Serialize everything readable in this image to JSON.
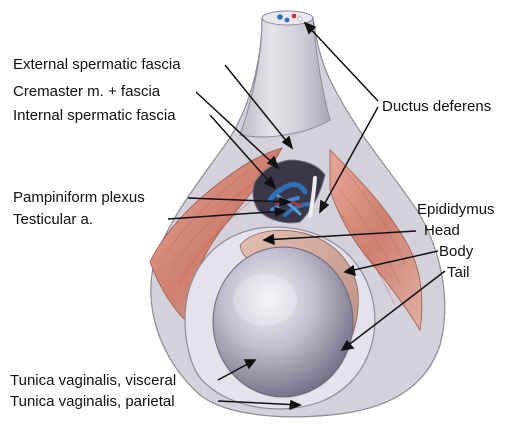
{
  "labels": {
    "external_spermatic_fascia": "External spermatic fascia",
    "cremaster": "Cremaster m. + fascia",
    "internal_spermatic_fascia": "Internal spermatic fascia",
    "ductus_deferens": "Ductus deferens",
    "pampiniform_plexus": "Pampiniform plexus",
    "testicular_artery": "Testicular  a.",
    "epididymus": "Epididymus",
    "head": "Head",
    "body": "Body",
    "tail": "Tail",
    "tunica_visceral": "Tunica vaginalis, visceral",
    "tunica_parietal": "Tunica vaginalis, parietal"
  },
  "colors": {
    "fascia": "#d9d6dd",
    "muscle": "#d88f7f",
    "testis": "#b9b6c8",
    "vein": "#2d6fb8",
    "artery": "#c8302d"
  }
}
